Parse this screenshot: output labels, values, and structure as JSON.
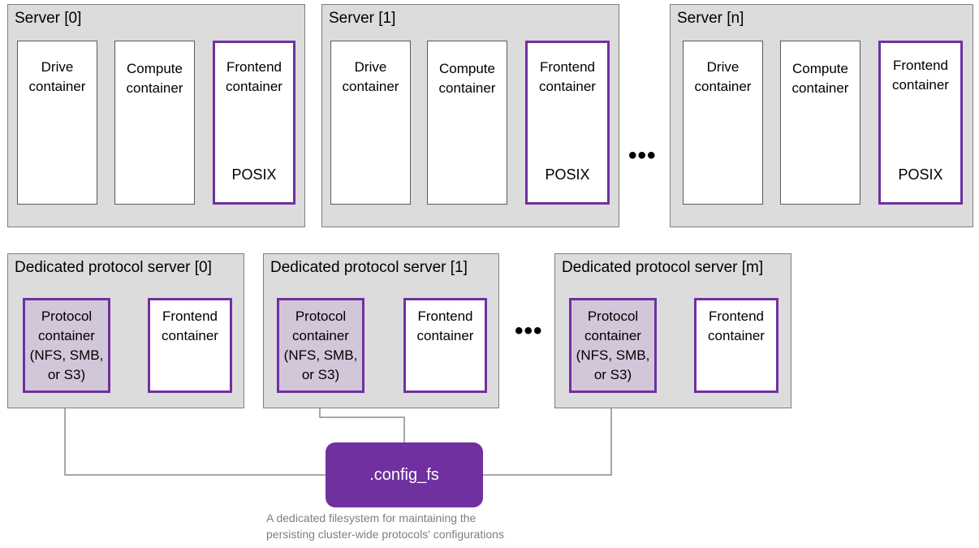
{
  "servers": [
    {
      "title": "Server [0]",
      "drive": "Drive\ncontainer",
      "compute": "Compute\ncontainer",
      "frontend": "Frontend\ncontainer",
      "posix": "POSIX"
    },
    {
      "title": "Server [1]",
      "drive": "Drive\ncontainer",
      "compute": "Compute\ncontainer",
      "frontend": "Frontend\ncontainer",
      "posix": "POSIX"
    },
    {
      "title": "Server [n]",
      "drive": "Drive\ncontainer",
      "compute": "Compute\ncontainer",
      "frontend": "Frontend\ncontainer",
      "posix": "POSIX"
    }
  ],
  "protocol_servers": [
    {
      "title": "Dedicated protocol server [0]",
      "protocol": "Protocol\ncontainer\n(NFS, SMB,\nor S3)",
      "frontend": "Frontend\ncontainer"
    },
    {
      "title": "Dedicated protocol server [1]",
      "protocol": "Protocol\ncontainer\n(NFS, SMB,\nor S3)",
      "frontend": "Frontend\ncontainer"
    },
    {
      "title": "Dedicated protocol server [m]",
      "protocol": "Protocol\ncontainer\n(NFS, SMB,\nor S3)",
      "frontend": "Frontend\ncontainer"
    }
  ],
  "ellipsis": "•••",
  "config_fs": {
    "label": ".config_fs",
    "caption": "A dedicated filesystem for maintaining the\npersisting cluster-wide protocols' configurations"
  },
  "colors": {
    "accent_purple": "#7030a0",
    "protocol_fill": "#d2c6d9",
    "server_fill": "#dcdcdc",
    "caption_gray": "#7f7f7f"
  }
}
